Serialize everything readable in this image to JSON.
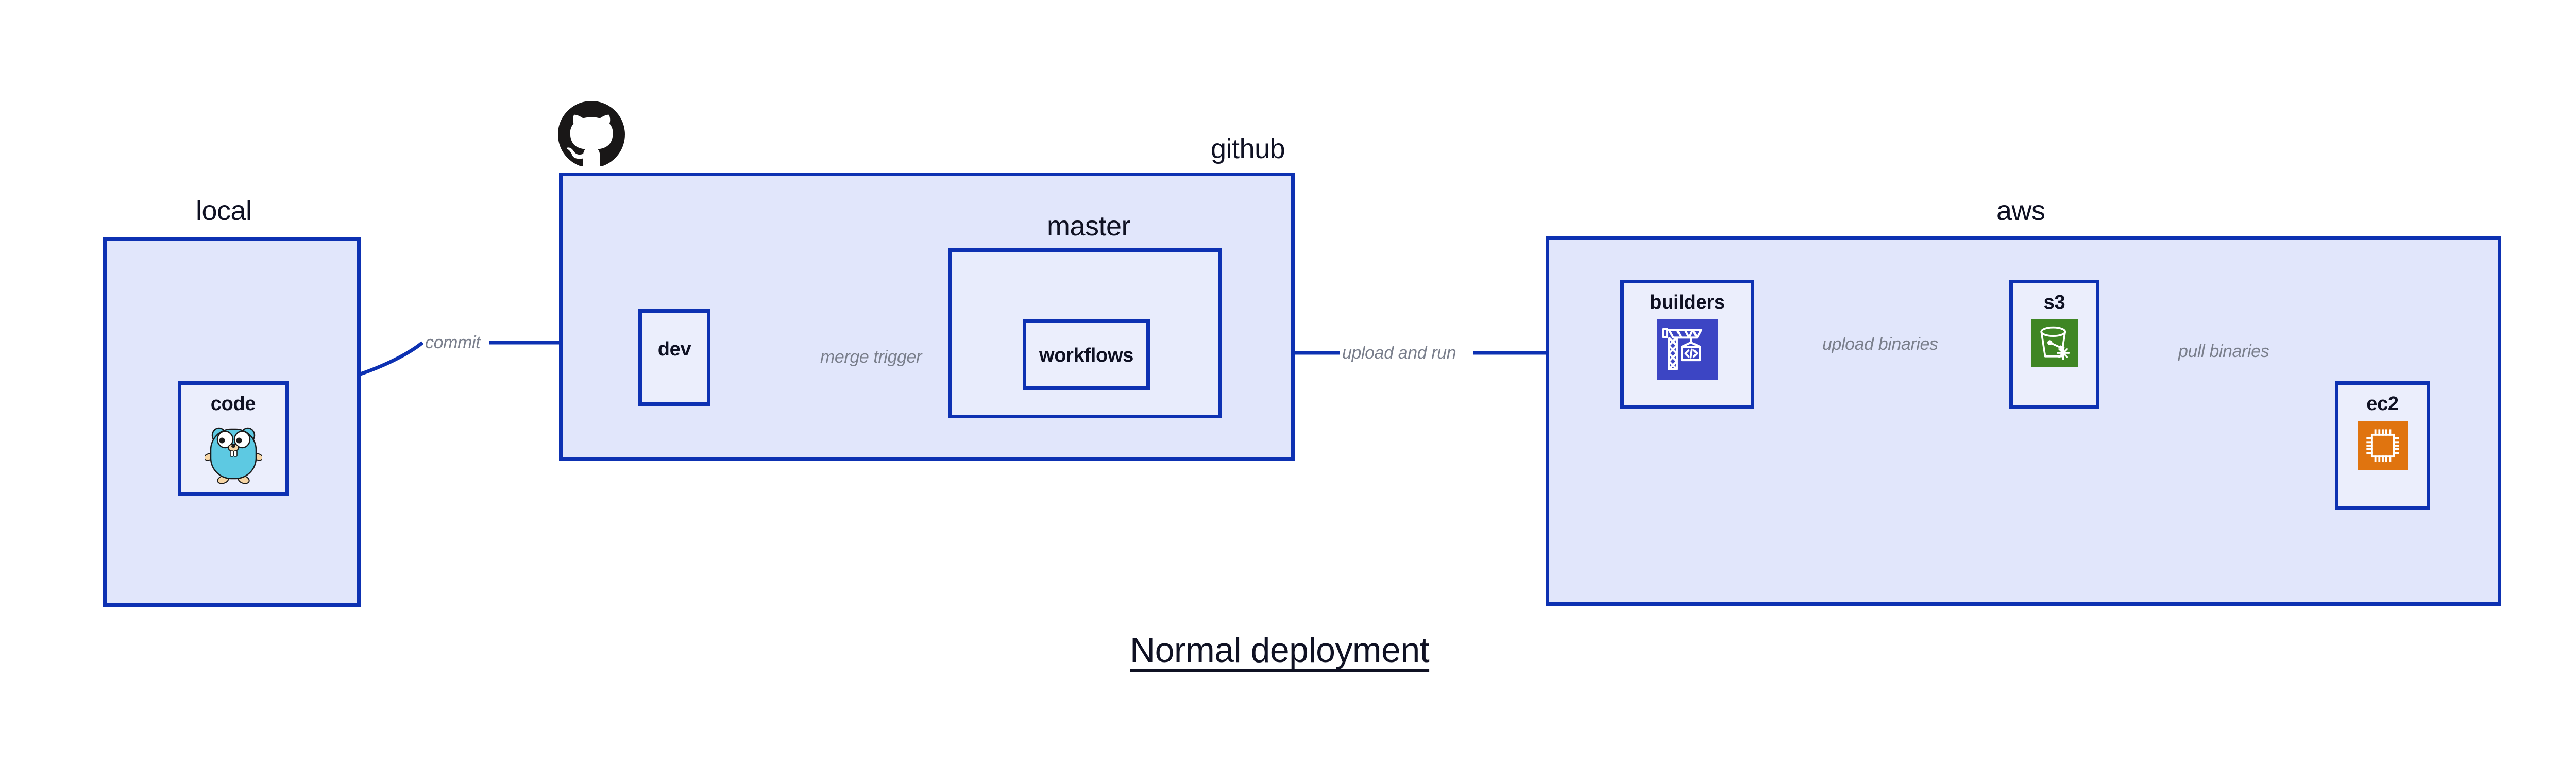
{
  "title": "Normal deployment",
  "colors": {
    "edge": "#0D31B2",
    "cluster_border": "#0D31B2",
    "cluster_fill": "#E1E6FB",
    "cluster_fill_nested": "#E8ECFC",
    "node_fill": "#EBEEFC",
    "label_text": "#0F1123",
    "edge_label_text": "#7A7F8C",
    "builders_icon": "#3C45C4",
    "s3_icon": "#3F8624",
    "ec2_icon": "#E0740F",
    "github_logo": "#191717",
    "gopher": "#5DC9E2"
  },
  "clusters": [
    {
      "id": "local",
      "label": "local"
    },
    {
      "id": "github",
      "label": "github"
    },
    {
      "id": "master",
      "label": "master"
    },
    {
      "id": "aws",
      "label": "aws"
    }
  ],
  "nodes": [
    {
      "id": "code",
      "label": "code",
      "icon": "go-gopher-icon",
      "cluster": "local"
    },
    {
      "id": "dev",
      "label": "dev",
      "icon": "none",
      "cluster": "github"
    },
    {
      "id": "workflows",
      "label": "workflows",
      "icon": "none",
      "cluster": "master"
    },
    {
      "id": "builders",
      "label": "builders",
      "icon": "crane-code-icon",
      "cluster": "aws"
    },
    {
      "id": "s3",
      "label": "s3",
      "icon": "bucket-glacier-icon",
      "cluster": "aws"
    },
    {
      "id": "ec2",
      "label": "ec2",
      "icon": "cpu-chip-icon",
      "cluster": "aws"
    }
  ],
  "edges": [
    {
      "id": "commit",
      "from": "code",
      "to": "dev",
      "label": "commit"
    },
    {
      "id": "merge-trigger",
      "from": "dev",
      "to": "workflows",
      "label": "merge trigger"
    },
    {
      "id": "upload-and-run",
      "from": "workflows",
      "to": "builders",
      "label": "upload and run"
    },
    {
      "id": "upload-binaries",
      "from": "builders",
      "to": "s3",
      "label": "upload binaries"
    },
    {
      "id": "pull-binaries",
      "from": "s3",
      "to": "ec2",
      "label": "pull binaries"
    }
  ],
  "logos": [
    {
      "id": "github-logo",
      "icon": "github-mark-icon"
    }
  ]
}
